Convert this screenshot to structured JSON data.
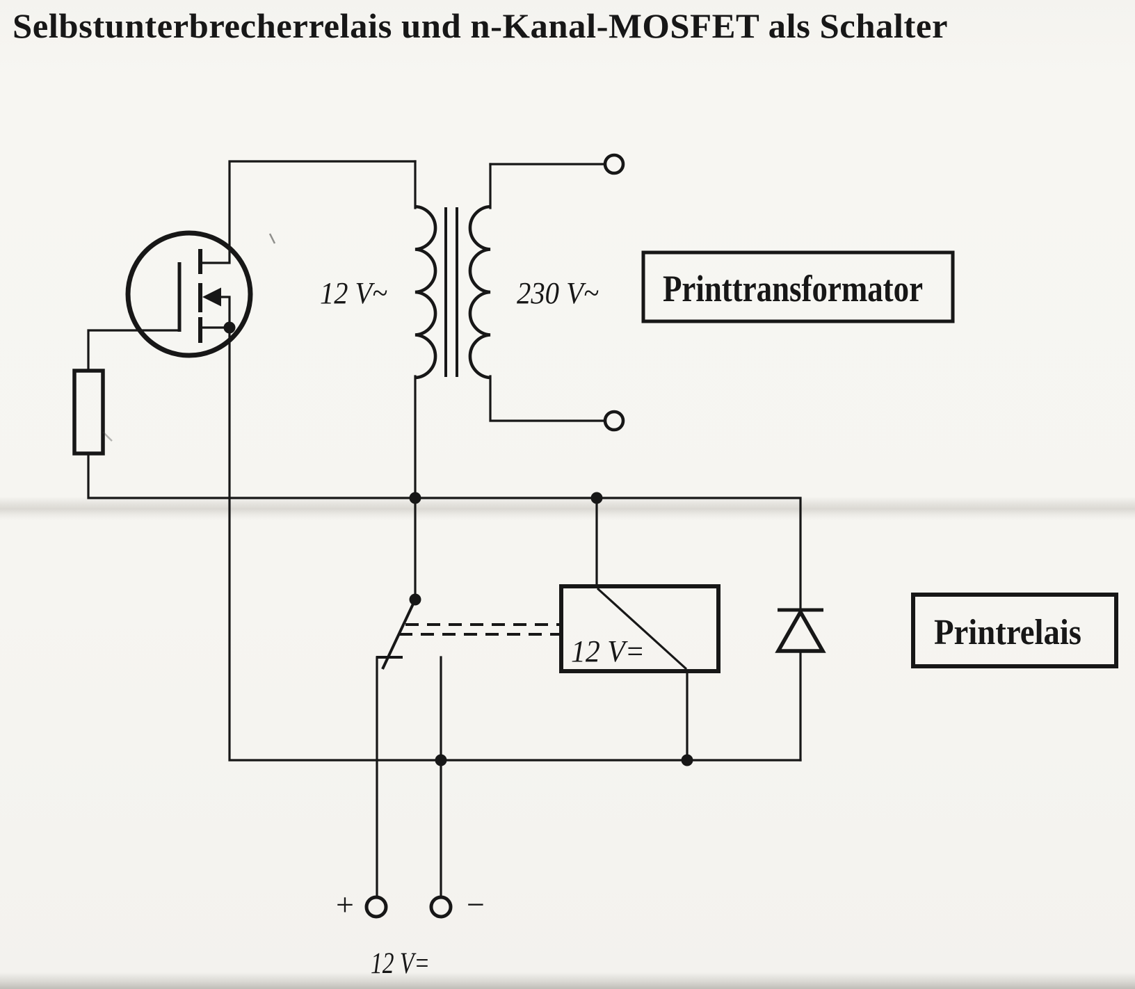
{
  "page": {
    "title": "Selbstunterbrecherrelais und n-Kanal-MOSFET als Schalter"
  },
  "transformer": {
    "primary_label": "12 V~",
    "secondary_label": "230 V~",
    "name_label": "Printtransformator"
  },
  "relay": {
    "coil_label": "12 V=",
    "name_label": "Printrelais"
  },
  "supply": {
    "plus_sign": "+",
    "minus_sign": "−",
    "voltage_label": "12 V="
  },
  "colors": {
    "ink": "#171717",
    "paper": "#f6f5f1"
  }
}
